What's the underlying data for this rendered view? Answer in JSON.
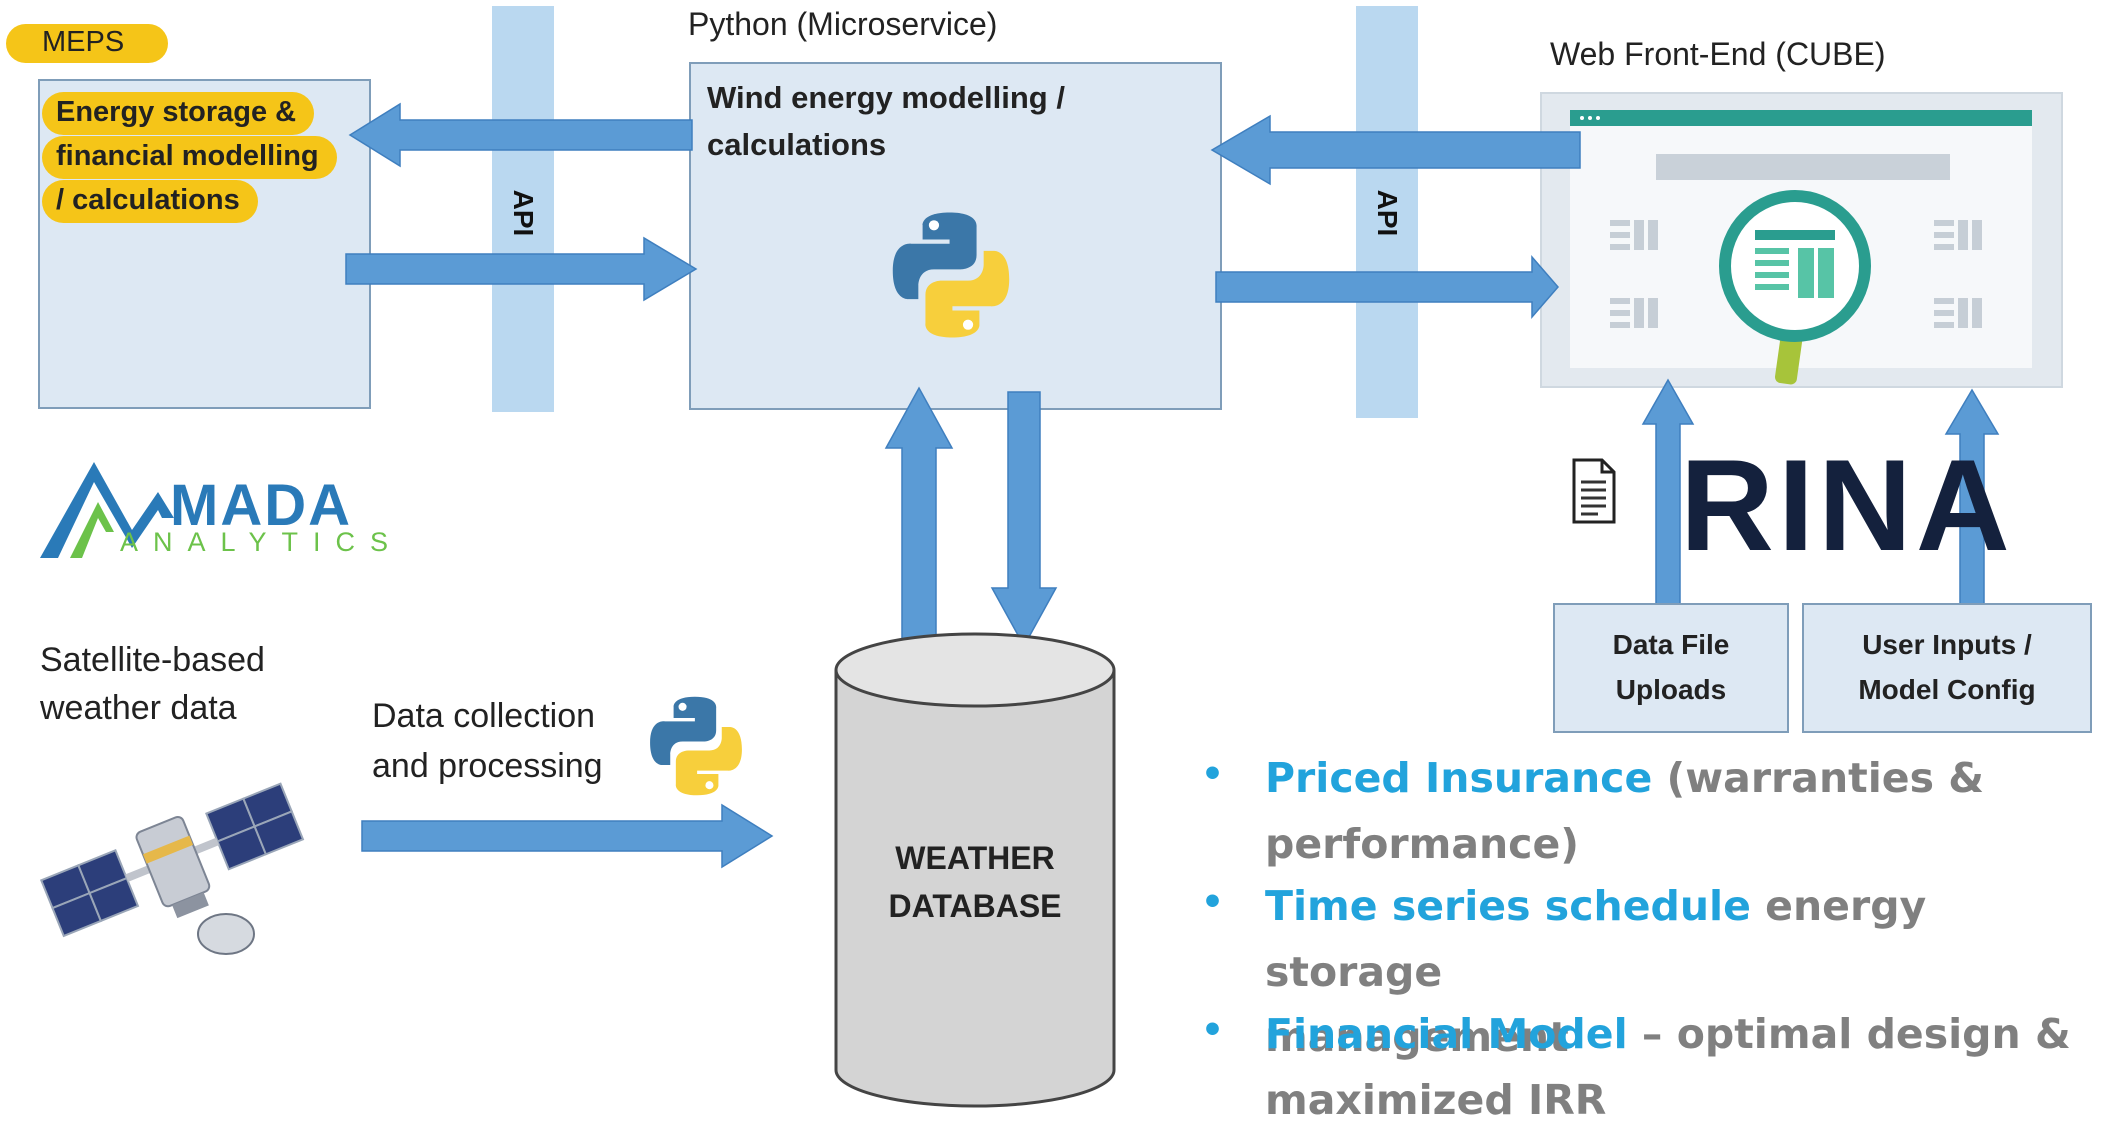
{
  "meps": {
    "title": "MEPS",
    "lines": [
      "Energy storage &",
      "financial modelling",
      "/ calculations"
    ]
  },
  "api_label": "API",
  "python_service": {
    "header": "Python (Microservice)",
    "title_line1": "Wind energy modelling /",
    "title_line2": "calculations",
    "icon": "python-logo-icon"
  },
  "frontend": {
    "header": "Web Front-End (CUBE)",
    "icon": "dashboard-magnifier-icon"
  },
  "mada_logo": {
    "name": "MADA",
    "sub": "ANALYTICS"
  },
  "rina_logo": {
    "text": "RINA"
  },
  "satellite": {
    "label_line1": "Satellite-based",
    "label_line2": "weather data",
    "icon": "satellite-icon"
  },
  "data_collection": {
    "line1": "Data collection",
    "line2": "and processing"
  },
  "database": {
    "line1": "WEATHER",
    "line2": "DATABASE"
  },
  "inputs": [
    {
      "line1": "Data File",
      "line2": "Uploads"
    },
    {
      "line1": "User Inputs /",
      "line2": "Model Config"
    }
  ],
  "document_icon": "document-icon",
  "bullets": [
    {
      "key": "Priced Insurance",
      "rest1": " (warranties &",
      "rest2": "performance)"
    },
    {
      "key": "Time series schedule",
      "rest1": " energy storage",
      "rest2": "management"
    },
    {
      "key": "Financial Model",
      "rest1": " – optimal design &",
      "rest2": "maximized IRR"
    }
  ],
  "colors": {
    "arrow": "#5b9bd5",
    "highlight": "#f5c518",
    "accent": "#22a3dc",
    "box": "#dde8f3"
  }
}
